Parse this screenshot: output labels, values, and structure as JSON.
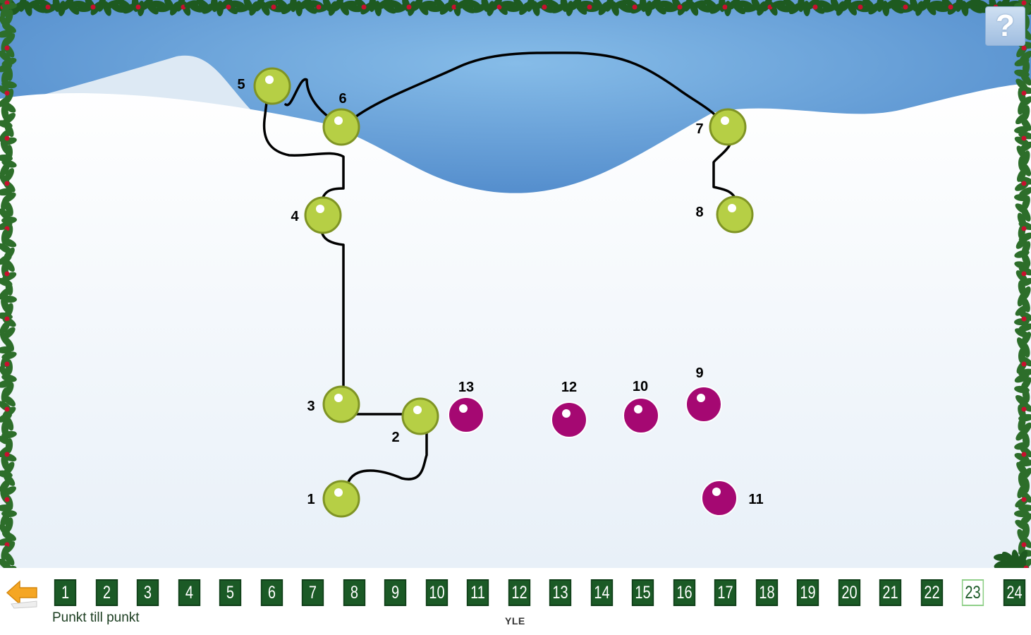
{
  "help": {
    "label": "?"
  },
  "dots": [
    {
      "number": "1",
      "connected": true
    },
    {
      "number": "2",
      "connected": true
    },
    {
      "number": "3",
      "connected": true
    },
    {
      "number": "4",
      "connected": true
    },
    {
      "number": "5",
      "connected": true
    },
    {
      "number": "6",
      "connected": true
    },
    {
      "number": "7",
      "connected": true
    },
    {
      "number": "8",
      "connected": true
    },
    {
      "number": "9",
      "connected": false
    },
    {
      "number": "10",
      "connected": false
    },
    {
      "number": "11",
      "connected": false
    },
    {
      "number": "12",
      "connected": false
    },
    {
      "number": "13",
      "connected": false
    }
  ],
  "colors": {
    "connected_dot": "#b6cf45",
    "unconnected_dot": "#a50872",
    "sky": "#6fa8dc",
    "snow": "#eef4fb",
    "day_box": "#1b5a26"
  },
  "calendar": {
    "days": [
      "1",
      "2",
      "3",
      "4",
      "5",
      "6",
      "7",
      "8",
      "9",
      "10",
      "11",
      "12",
      "13",
      "14",
      "15",
      "16",
      "17",
      "18",
      "19",
      "20",
      "21",
      "22",
      "23",
      "24"
    ],
    "open_day": "23"
  },
  "footer": {
    "game_title": "Punkt till punkt",
    "logo": "YLE"
  }
}
